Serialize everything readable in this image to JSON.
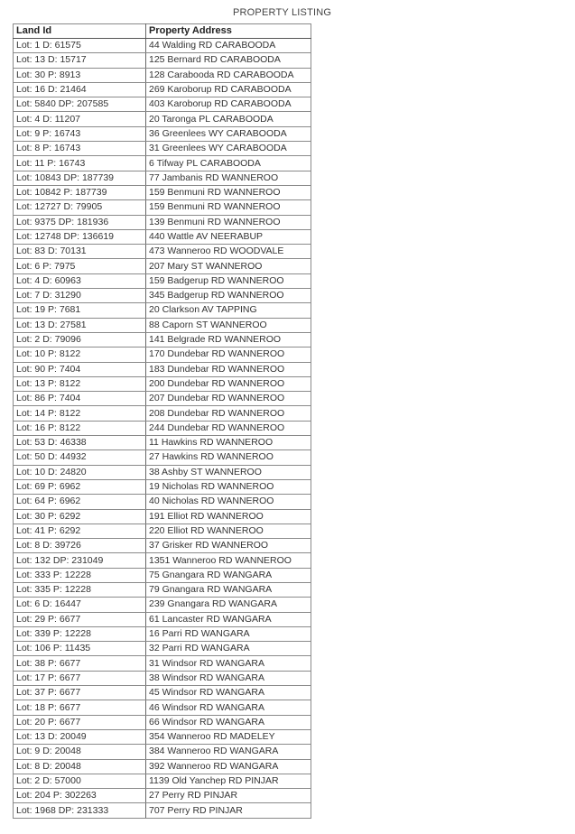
{
  "title": "PROPERTY LISTING",
  "headers": {
    "land_id": "Land Id",
    "address": "Property Address"
  },
  "rows": [
    [
      "Lot: 1 D: 61575",
      "44 Walding RD CARABOODA"
    ],
    [
      "Lot: 13 D: 15717",
      "125 Bernard RD CARABOODA"
    ],
    [
      "Lot: 30 P: 8913",
      "128 Carabooda RD CARABOODA"
    ],
    [
      "Lot: 16 D: 21464",
      "269 Karoborup RD CARABOODA"
    ],
    [
      "Lot: 5840 DP: 207585",
      "403 Karoborup RD CARABOODA"
    ],
    [
      "Lot: 4 D: 11207",
      "20 Taronga PL CARABOODA"
    ],
    [
      "Lot: 9 P: 16743",
      "36 Greenlees WY CARABOODA"
    ],
    [
      "Lot: 8 P: 16743",
      "31 Greenlees WY CARABOODA"
    ],
    [
      "Lot: 11 P: 16743",
      "6 Tifway PL CARABOODA"
    ],
    [
      "Lot: 10843 DP: 187739",
      "77 Jambanis RD WANNEROO"
    ],
    [
      "Lot: 10842 P: 187739",
      "159 Benmuni RD WANNEROO"
    ],
    [
      "Lot: 12727 D: 79905",
      "159 Benmuni RD WANNEROO"
    ],
    [
      "Lot: 9375 DP: 181936",
      "139 Benmuni RD WANNEROO"
    ],
    [
      "Lot: 12748 DP: 136619",
      "440 Wattle AV NEERABUP"
    ],
    [
      "Lot: 83 D: 70131",
      "473 Wanneroo RD WOODVALE"
    ],
    [
      "Lot: 6 P: 7975",
      "207 Mary ST WANNEROO"
    ],
    [
      "Lot: 4 D: 60963",
      "159 Badgerup RD WANNEROO"
    ],
    [
      "Lot: 7 D: 31290",
      "345 Badgerup RD WANNEROO"
    ],
    [
      "Lot: 19 P: 7681",
      "20 Clarkson AV TAPPING"
    ],
    [
      "Lot: 13 D: 27581",
      "88 Caporn ST WANNEROO"
    ],
    [
      "Lot: 2 D: 79096",
      "141 Belgrade RD WANNEROO"
    ],
    [
      "Lot: 10 P: 8122",
      "170 Dundebar RD WANNEROO"
    ],
    [
      "Lot: 90 P: 7404",
      "183 Dundebar RD WANNEROO"
    ],
    [
      "Lot: 13 P: 8122",
      "200 Dundebar RD WANNEROO"
    ],
    [
      "Lot: 86 P: 7404",
      "207 Dundebar RD WANNEROO"
    ],
    [
      "Lot: 14 P: 8122",
      "208 Dundebar RD WANNEROO"
    ],
    [
      "Lot: 16 P: 8122",
      "244 Dundebar RD WANNEROO"
    ],
    [
      "Lot: 53 D: 46338",
      "11 Hawkins RD WANNEROO"
    ],
    [
      "Lot: 50 D: 44932",
      "27 Hawkins RD WANNEROO"
    ],
    [
      "Lot: 10 D: 24820",
      "38 Ashby ST WANNEROO"
    ],
    [
      "Lot: 69 P: 6962",
      "19 Nicholas RD WANNEROO"
    ],
    [
      "Lot: 64 P: 6962",
      "40 Nicholas RD WANNEROO"
    ],
    [
      "Lot: 30 P: 6292",
      "191 Elliot RD WANNEROO"
    ],
    [
      "Lot: 41 P: 6292",
      "220 Elliot RD WANNEROO"
    ],
    [
      "Lot: 8 D: 39726",
      "37 Grisker RD WANNEROO"
    ],
    [
      "Lot: 132 DP: 231049",
      "1351 Wanneroo RD WANNEROO"
    ],
    [
      "Lot: 333 P: 12228",
      "75 Gnangara RD WANGARA"
    ],
    [
      "Lot: 335 P: 12228",
      "79 Gnangara RD WANGARA"
    ],
    [
      "Lot: 6 D: 16447",
      "239 Gnangara RD WANGARA"
    ],
    [
      "Lot: 29 P: 6677",
      "61 Lancaster RD WANGARA"
    ],
    [
      "Lot: 339 P: 12228",
      "16 Parri RD WANGARA"
    ],
    [
      "Lot: 106 P: 11435",
      "32 Parri RD WANGARA"
    ],
    [
      "Lot: 38 P: 6677",
      "31 Windsor RD WANGARA"
    ],
    [
      "Lot: 17 P: 6677",
      "38 Windsor RD WANGARA"
    ],
    [
      "Lot: 37 P: 6677",
      "45 Windsor RD WANGARA"
    ],
    [
      "Lot: 18 P: 6677",
      "46 Windsor RD WANGARA"
    ],
    [
      "Lot: 20 P: 6677",
      "66 Windsor RD WANGARA"
    ],
    [
      "Lot: 13 D: 20049",
      "354 Wanneroo RD MADELEY"
    ],
    [
      "Lot: 9 D: 20048",
      "384 Wanneroo RD WANGARA"
    ],
    [
      "Lot: 8 D: 20048",
      "392 Wanneroo RD WANGARA"
    ],
    [
      "Lot: 2 D: 57000",
      "1139 Old Yanchep RD PINJAR"
    ],
    [
      "Lot: 204 P: 302263",
      "27 Perry RD PINJAR"
    ],
    [
      "Lot: 1968 DP: 231333",
      "707 Perry RD PINJAR"
    ]
  ]
}
